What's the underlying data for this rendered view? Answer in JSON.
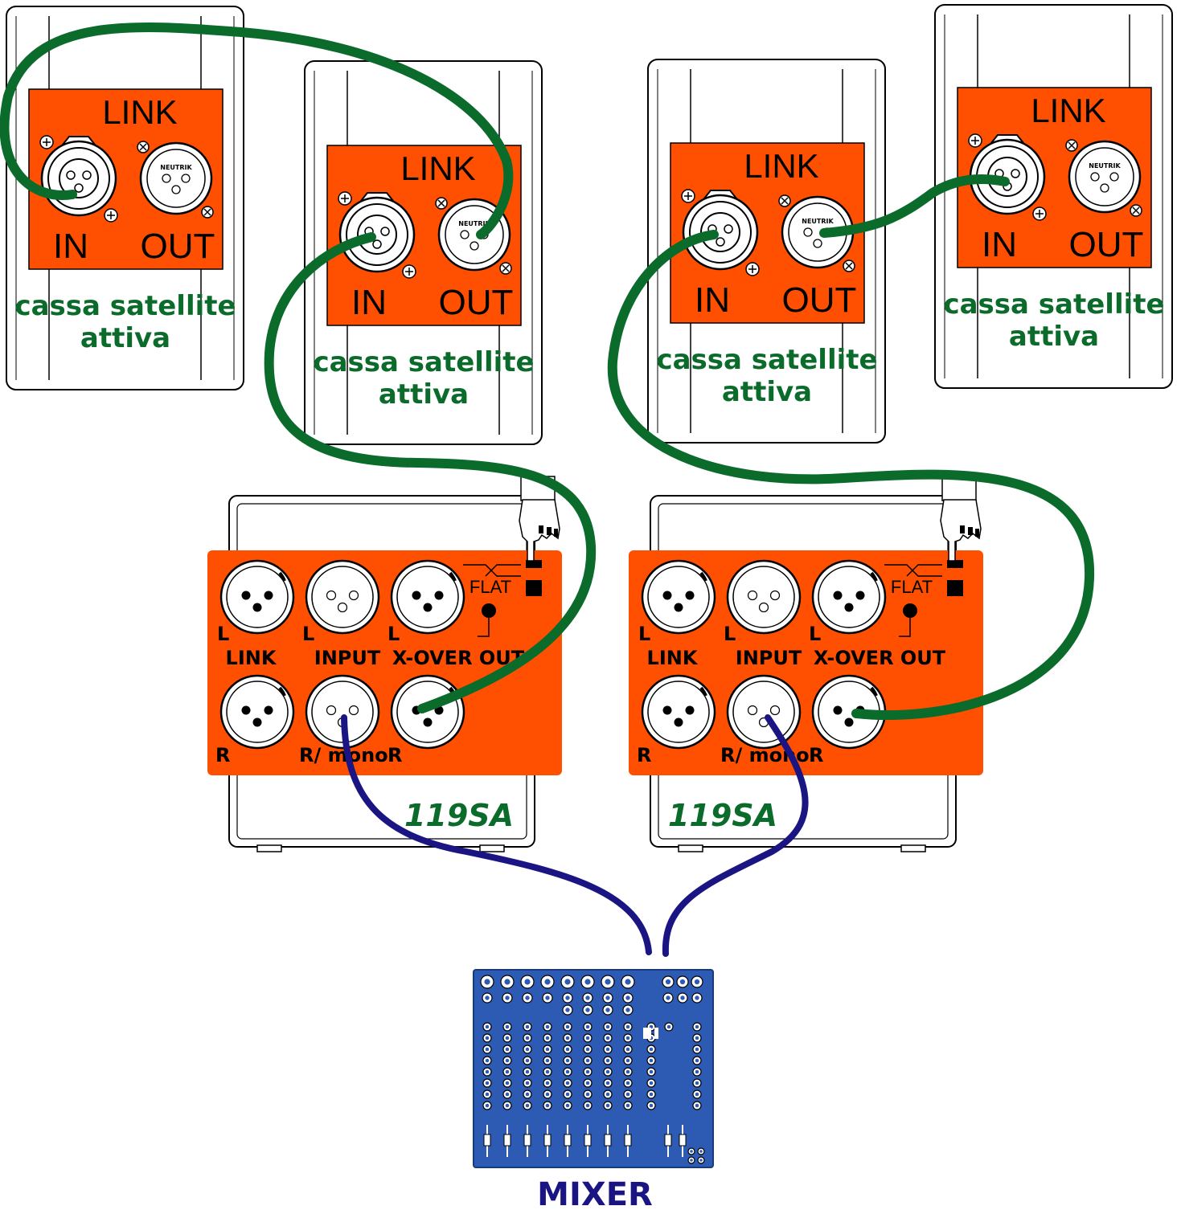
{
  "speakers": [
    {
      "link_label": "LINK",
      "in_label": "IN",
      "out_label": "OUT",
      "brand": "NEUTRIK",
      "caption_line1": "cassa satellite",
      "caption_line2": "attiva"
    },
    {
      "link_label": "LINK",
      "in_label": "IN",
      "out_label": "OUT",
      "brand": "NEUTRIK",
      "caption_line1": "cassa satellite",
      "caption_line2": "attiva"
    },
    {
      "link_label": "LINK",
      "in_label": "IN",
      "out_label": "OUT",
      "brand": "NEUTRIK",
      "caption_line1": "cassa satellite",
      "caption_line2": "attiva"
    },
    {
      "link_label": "LINK",
      "in_label": "IN",
      "out_label": "OUT",
      "brand": "NEUTRIK",
      "caption_line1": "cassa satellite",
      "caption_line2": "attiva"
    }
  ],
  "subwoofers": [
    {
      "model": "119SA",
      "flat_label": "FLAT",
      "link_label": "LINK",
      "input_label": "INPUT",
      "xover_label": "X-OVER OUT",
      "l_label": "L",
      "r_label": "R",
      "rmono_label": "R/ mono"
    },
    {
      "model": "119SA",
      "flat_label": "FLAT",
      "link_label": "LINK",
      "input_label": "INPUT",
      "xover_label": "X-OVER OUT",
      "l_label": "L",
      "r_label": "R",
      "rmono_label": "R/ mono"
    }
  ],
  "mixer": {
    "label": "MIXER"
  },
  "colors": {
    "panel": "#ff4f00",
    "cable_green": "#0b6b2b",
    "cable_blue": "#1a1583",
    "mixer_body": "#2d5bb3",
    "caption": "#0b6b2b"
  },
  "icons": [
    "xlr-female-icon",
    "xlr-male-icon",
    "pointing-hand-icon",
    "flat-switch-icon",
    "mixer-icon"
  ]
}
